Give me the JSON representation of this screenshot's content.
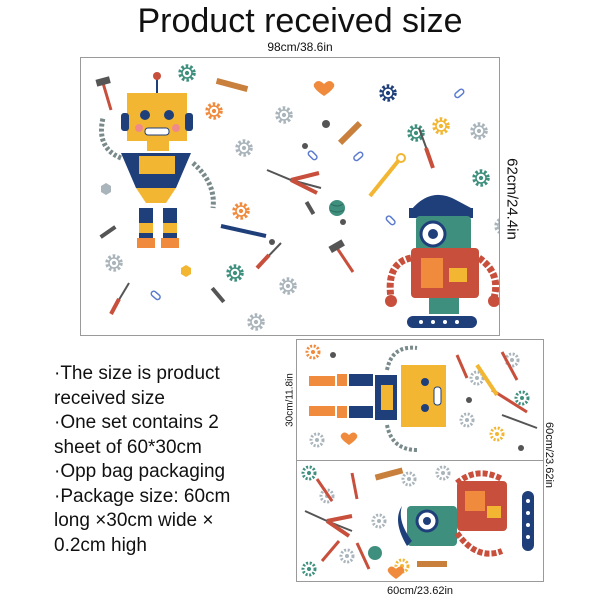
{
  "title": "Product received size",
  "dimensions": {
    "big_width": "98cm/38.6in",
    "big_height": "62cm/24.4in",
    "small_width": "60cm/23.62in",
    "small_height": "60cm/23.62in",
    "small_sheet_height": "30cm/11.8in"
  },
  "info_lines": [
    "·The size is product",
    "received size",
    "·One set contains 2",
    "sheet of 60*30cm",
    "·Opp bag packaging",
    "·Package size: 60cm",
    "long ×30cm wide ×",
    "0.2cm high"
  ],
  "colors": {
    "robot_yellow": "#f2b632",
    "robot_blue": "#1f3f7a",
    "robot_red": "#c84f3c",
    "robot_green": "#3f8f7e",
    "robot_orange": "#f08a3c",
    "gear_gray": "#a9b4bb"
  },
  "icons": [
    "robot-yellow-icon",
    "robot-red-green-icon",
    "gear-icon",
    "hammer-icon",
    "screwdriver-icon",
    "pliers-icon",
    "wrench-icon",
    "screw-icon",
    "paperclip-icon",
    "heart-icon",
    "yarn-ball-icon",
    "ruler-icon",
    "nut-icon"
  ]
}
